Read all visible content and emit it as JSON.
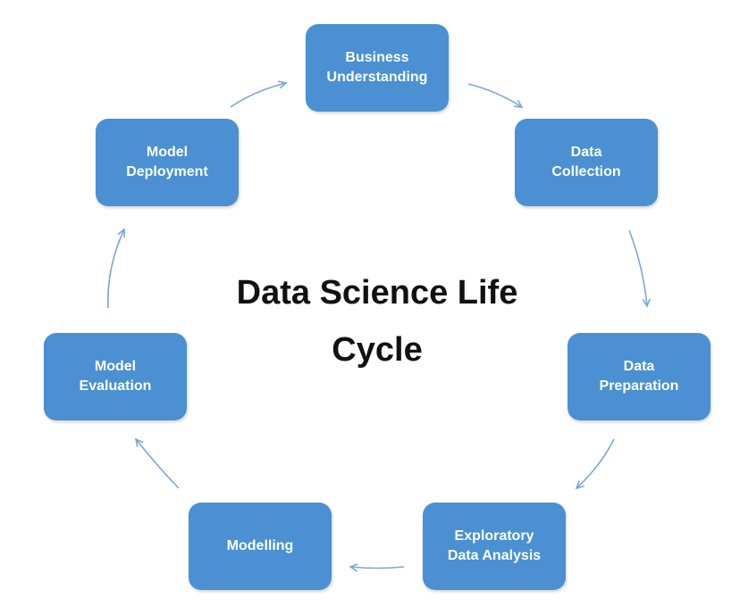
{
  "title": "Data Science Life\nCycle",
  "colors": {
    "box_fill": "#4a90d2",
    "box_text": "#ffffff",
    "arrow": "#7aa6d8",
    "title": "#111111"
  },
  "stages": [
    {
      "id": "business",
      "label": "Business\nUnderstanding"
    },
    {
      "id": "collection",
      "label": "Data\nCollection"
    },
    {
      "id": "preparation",
      "label": "Data\nPreparation"
    },
    {
      "id": "eda",
      "label": "Exploratory\nData Analysis"
    },
    {
      "id": "modelling",
      "label": "Modelling"
    },
    {
      "id": "evaluation",
      "label": "Model\nEvaluation"
    },
    {
      "id": "deployment",
      "label": "Model\nDeployment"
    }
  ]
}
